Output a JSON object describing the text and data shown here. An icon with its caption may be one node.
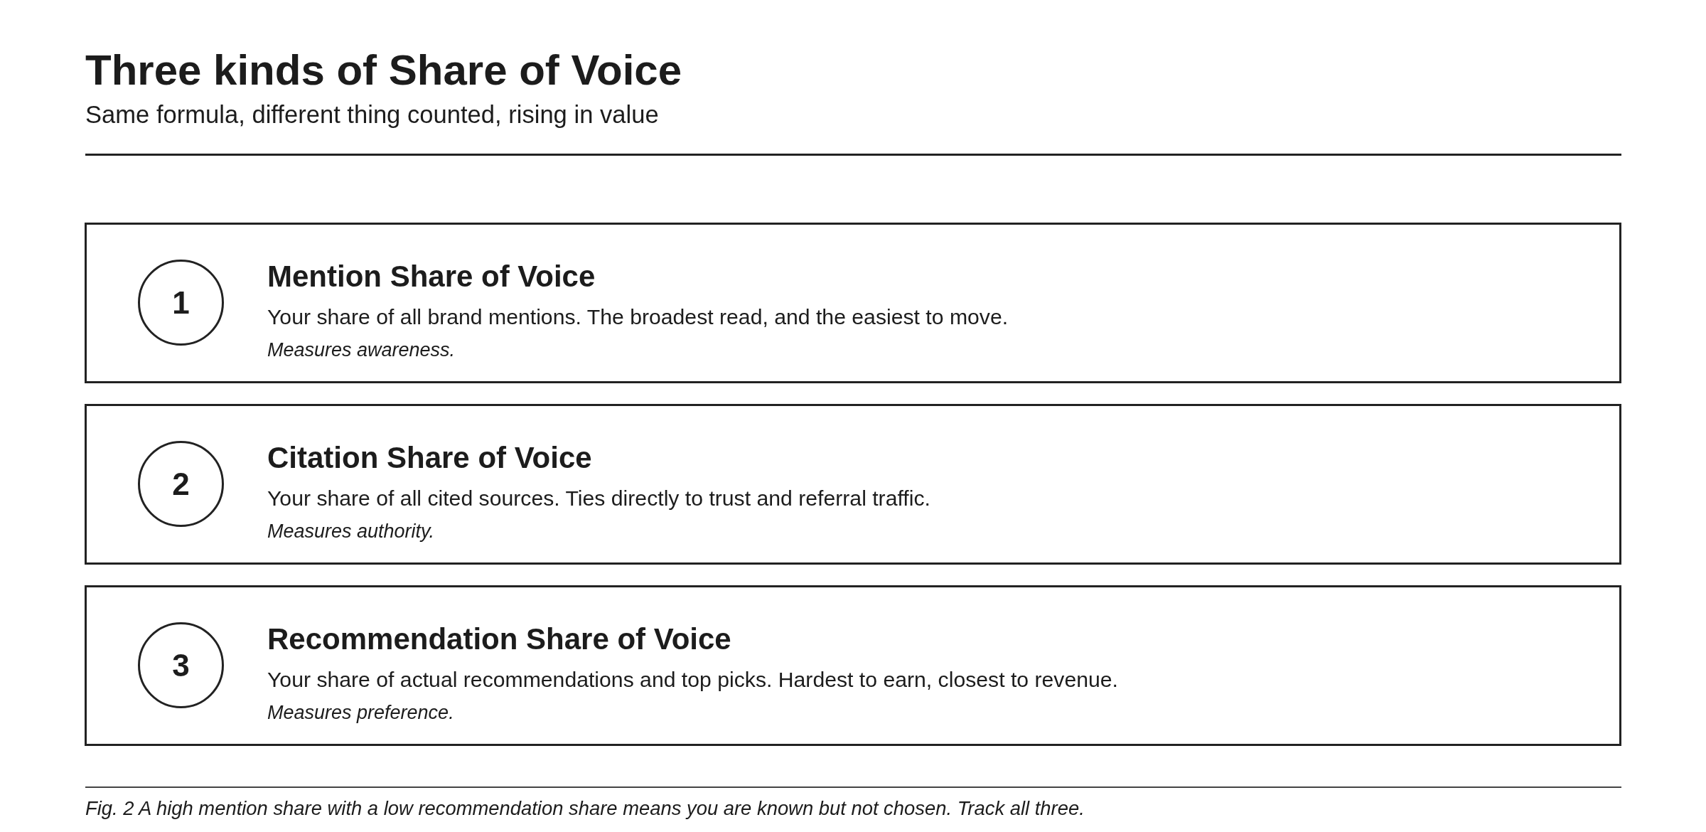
{
  "diagram": {
    "title": "Three kinds of Share of Voice",
    "caption": "Fig. 2 A high mention share with a low recommendation share means you are known but not chosen. Track all three.",
    "nodes": [
      {
        "text": [
          "Mention Share of Voice",
          "Your share of all brand mentions. The broadest read, and the easiest to move.",
          "Measures awareness."
        ]
      },
      {
        "text": [
          "1"
        ],
        "in": 0
      },
      {
        "text": [
          "Citation Share of Voice",
          "Your share of all cited sources. Ties directly to trust and referral traffic.",
          "Measures authority."
        ]
      },
      {
        "text": [
          "2"
        ],
        "in": 2
      },
      {
        "text": [
          "Recommendation Share of Voice",
          "Your share of actual recommendations and top picks. Hardest to earn, closest to revenue.",
          "Measures preference."
        ]
      },
      {
        "text": [
          "3"
        ],
        "in": 4
      }
    ],
    "labels": [
      "Same formula, different thing counted, rising in value"
    ]
  }
}
